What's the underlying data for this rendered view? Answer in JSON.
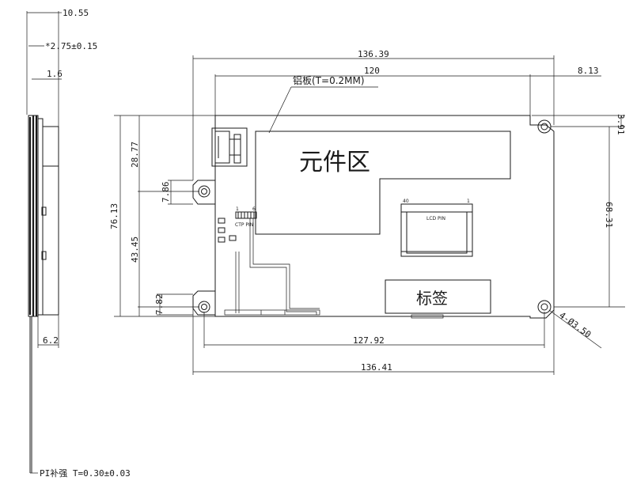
{
  "side_view": {
    "dims": {
      "thickness": "10.55",
      "thickness_tol": "*2.75±0.15",
      "dim_1_6": "1.6",
      "dim_6_2": "6.2"
    },
    "pi_note": "PI补强 T=0.30±0.03"
  },
  "front_view": {
    "dims": {
      "top_outer": "136.39",
      "top_inner": "120",
      "top_right": "8.13",
      "right_small": "3.91",
      "right_big": "68.31",
      "left_total": "76.13",
      "left_upper": "28.77",
      "left_lower": "43.45",
      "left_tab_top": "7.86",
      "left_tab_bottom": "7.82",
      "bottom_inner": "127.92",
      "bottom_outer": "136.41",
      "hole": "4-Ø3.50"
    },
    "labels": {
      "aluminum_plate": "铝板(T=0.2MM)",
      "component_area": "元件区",
      "label_area": "标签",
      "lcd_pin": "LCD PIN",
      "lcd_pin_40": "40",
      "lcd_pin_1": "1",
      "ctp_pin": "CTP PIN",
      "ctp_pin_1": "1",
      "ctp_pin_6": "6"
    }
  }
}
